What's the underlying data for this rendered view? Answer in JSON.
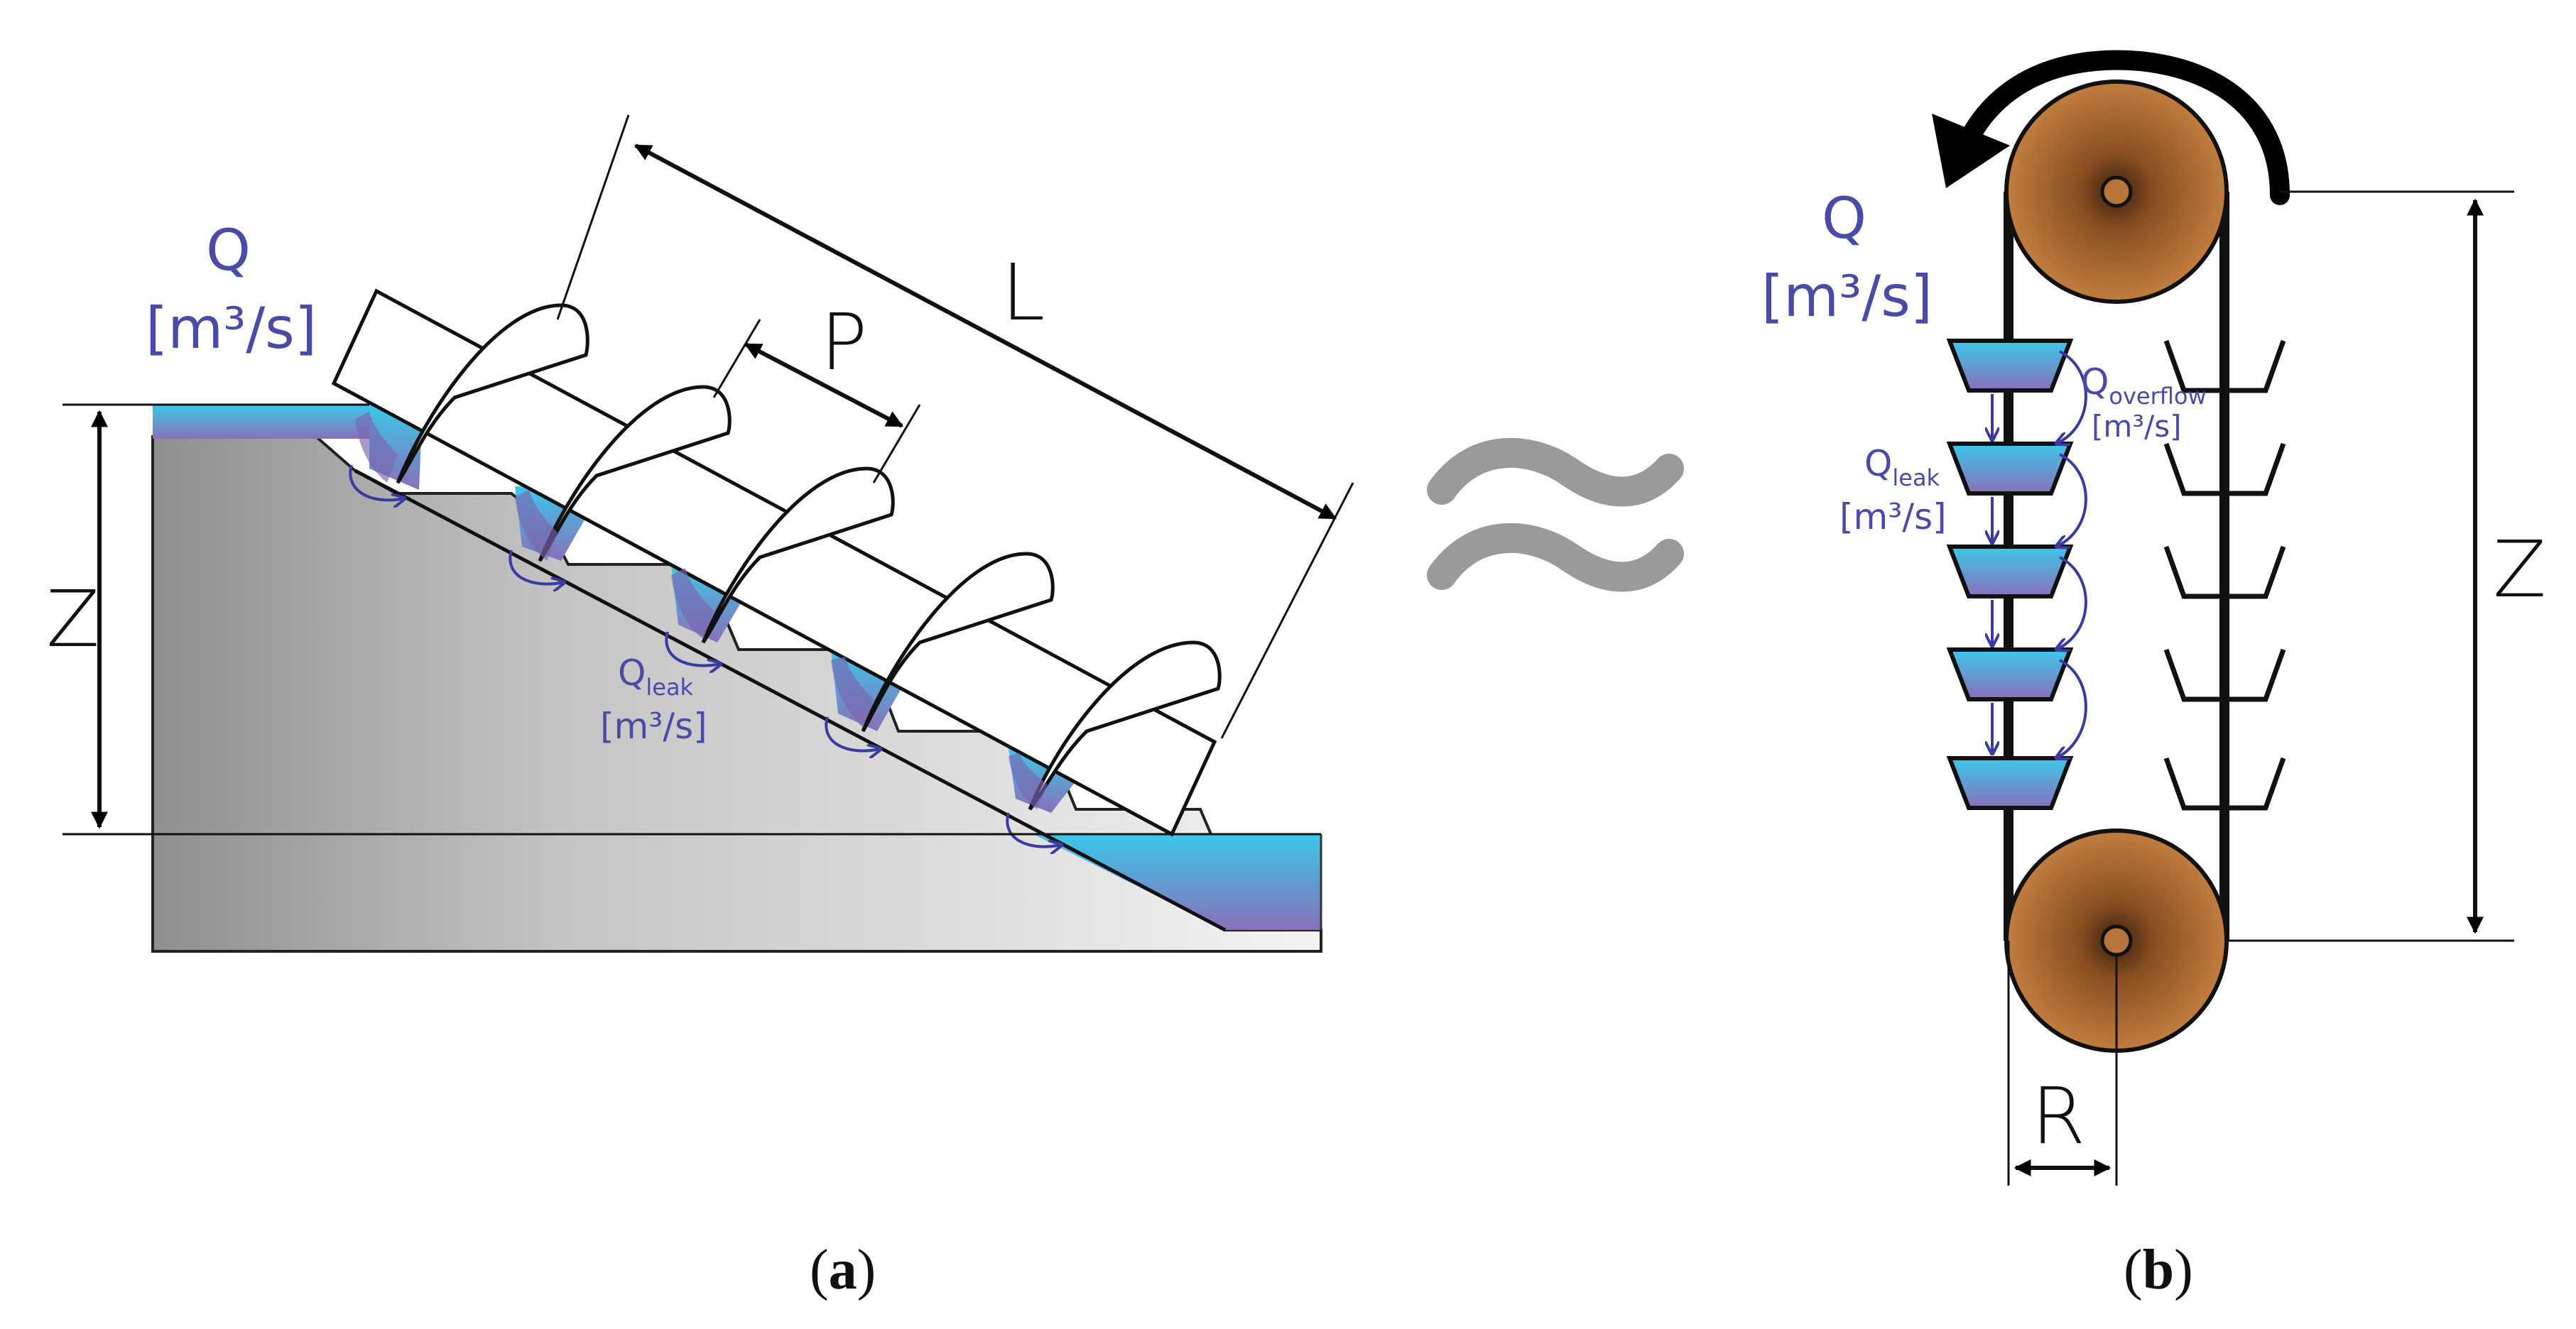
{
  "panel_a": {
    "flow_label": "Q",
    "flow_unit": "[m³/s]",
    "leak_label": "Q",
    "leak_sub": "leak",
    "leak_unit": "[m³/s]",
    "height_label": "Z",
    "pitch_label": "P",
    "length_label": "L",
    "caption_open": "(",
    "caption_letter": "a",
    "caption_close": ")"
  },
  "approx_symbol": "≈",
  "panel_b": {
    "flow_label": "Q",
    "flow_unit": "[m³/s]",
    "overflow_label": "Q",
    "overflow_sub": "overflow",
    "overflow_unit": "[m³/s]",
    "leak_label": "Q",
    "leak_sub": "leak",
    "leak_unit": "[m³/s]",
    "height_label": "Z",
    "radius_label": "R",
    "caption_open": "(",
    "caption_letter": "b",
    "caption_close": ")"
  },
  "colors": {
    "water_top": "#3cc8ea",
    "water_bottom": "#8870b8",
    "ground_dark": "#909090",
    "ground_light": "#f2f2f2",
    "pulley": "#b8743a",
    "label_blue": "#4a4aa8"
  }
}
